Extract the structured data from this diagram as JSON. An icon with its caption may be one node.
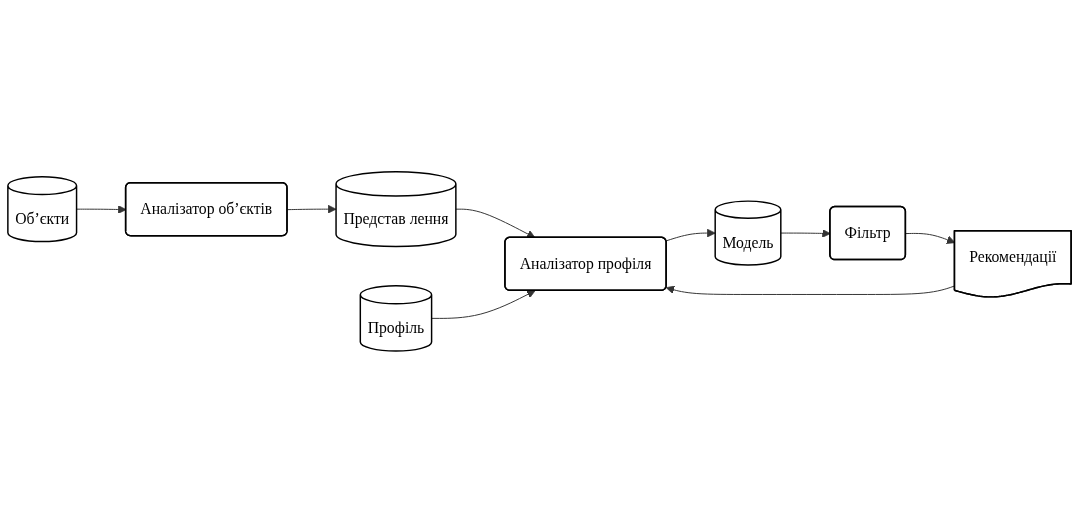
{
  "diagram": {
    "nodes": [
      {
        "text": [
          "Об’єкти"
        ]
      },
      {
        "text": [
          "Аналізатор об’єктів"
        ]
      },
      {
        "text": [
          "Представ лення"
        ]
      },
      {
        "text": [
          "Профіль"
        ]
      },
      {
        "text": [
          "Аналізатор профіля"
        ]
      },
      {
        "text": [
          "Рекомендації"
        ]
      },
      {
        "text": [
          "Модель"
        ]
      },
      {
        "text": [
          "Фільтр"
        ]
      }
    ],
    "edges": [
      {
        "from": 0,
        "to": 1,
        "arrow": "to"
      },
      {
        "from": 1,
        "to": 2,
        "arrow": "to"
      },
      {
        "from": 2,
        "to": 4,
        "arrow": "to"
      },
      {
        "from": 3,
        "to": 4,
        "arrow": "to"
      },
      {
        "from": 5,
        "to": 4,
        "arrow": "to"
      },
      {
        "from": 4,
        "to": 6,
        "arrow": "to"
      },
      {
        "from": 6,
        "to": 7,
        "arrow": "to"
      },
      {
        "from": 7,
        "to": 5,
        "arrow": "to"
      }
    ]
  }
}
